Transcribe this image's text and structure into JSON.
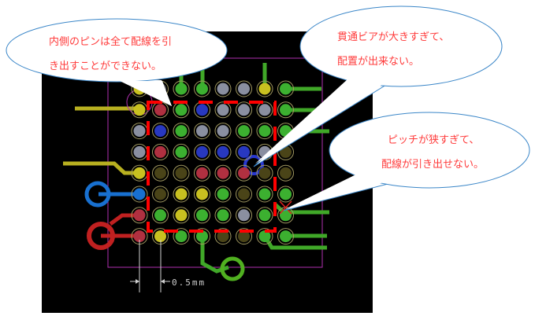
{
  "callouts": [
    {
      "lines": [
        "内側のピンは全て配線を引",
        "き出すことができない。"
      ]
    },
    {
      "lines": [
        "貫通ビアが大きすぎて、",
        "配置が出来ない。"
      ]
    },
    {
      "lines": [
        "ピッチが狭すぎて、",
        "配線が引き出せない。"
      ]
    }
  ],
  "dimension": {
    "label": "0.5mm"
  },
  "colors": {
    "board": "#000000",
    "outline": "#b030b0",
    "keepout": "#ff0000",
    "callout_text": "#ff3b3b",
    "callout_border": "#3a86c8"
  },
  "ball_grid": [
    [
      "Y",
      "K",
      "G",
      "G",
      "S",
      "S",
      "Y",
      "G"
    ],
    [
      "Y",
      "R",
      "G",
      "B",
      "S",
      "S",
      "S",
      "G"
    ],
    [
      "S",
      "B",
      "G",
      "S",
      "S",
      "G",
      "G",
      "G"
    ],
    [
      "S",
      "R",
      "G",
      "B",
      "B",
      "B",
      "S",
      "D"
    ],
    [
      "Y",
      "D",
      "D",
      "R",
      "R",
      "R",
      "D",
      "D"
    ],
    [
      "L",
      "D",
      "Y",
      "Y",
      "G",
      "D",
      "G",
      "G"
    ],
    [
      "R",
      "G",
      "Y",
      "G",
      "G",
      "S",
      "G",
      "G"
    ],
    [
      "R",
      "Y",
      "G",
      "G",
      "D",
      "D",
      "G",
      "G"
    ]
  ],
  "ball_colors": {
    "Y": "#c8c020",
    "G": "#3cb030",
    "S": "#8a8fa0",
    "B": "#2838c0",
    "R": "#b03040",
    "D": "#4a4418",
    "L": "#1870d0",
    "K": "#555"
  }
}
